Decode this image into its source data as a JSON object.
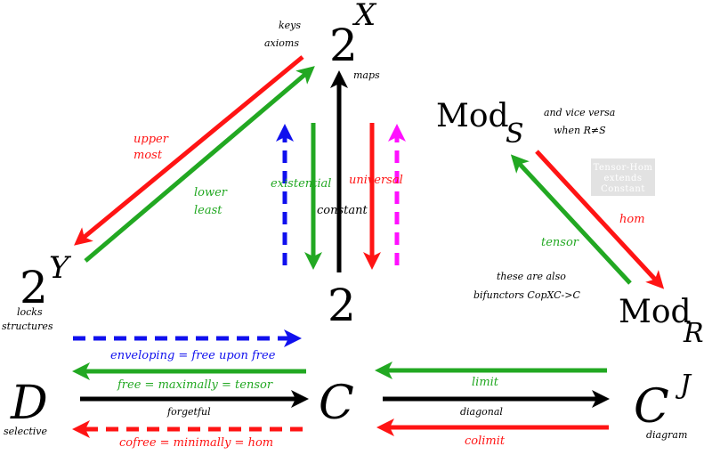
{
  "colors": {
    "black": "#000000",
    "red": "#ff1414",
    "green": "#22a822",
    "blue": "#1010ee",
    "magenta": "#ff10ff",
    "note_box": "#e2e2e2"
  },
  "nodes": {
    "twoX_base": "2",
    "twoX_exp": "X",
    "twoY_base": "2",
    "twoY_exp": "Y",
    "two": "2",
    "modS_base": "Mod",
    "modS_sub": "S",
    "modR_base": "Mod",
    "modR_sub": "R",
    "D": "D",
    "C": "C",
    "CJ_base": "C",
    "CJ_exp": "J"
  },
  "node_notes": {
    "keys": "keys",
    "axioms": "axioms",
    "maps": "maps",
    "locks": "locks",
    "structures": "structures",
    "selective": "selective",
    "diagram": "diagram"
  },
  "arrow_labels": {
    "upper": "upper",
    "most": "most",
    "lower": "lower",
    "least": "least",
    "existential": "existential",
    "constant": "constant",
    "universal": "universal",
    "and_vice_versa": "and vice versa",
    "when_r_neq_s": "when R≠S",
    "hom": "hom",
    "tensor": "tensor",
    "bifunctors_1": "these are also",
    "bifunctors_2": "bifunctors  CopXC->C",
    "enveloping": "enveloping = free upon free",
    "free": "free = maximally = tensor",
    "forgetful": "forgetful",
    "cofree": "cofree = minimally = hom",
    "limit": "limit",
    "diagonal": "diagonal",
    "colimit": "colimit"
  },
  "note_box": {
    "line1": "Tensor-Hom",
    "line2": "extends",
    "line3": "Constant"
  }
}
